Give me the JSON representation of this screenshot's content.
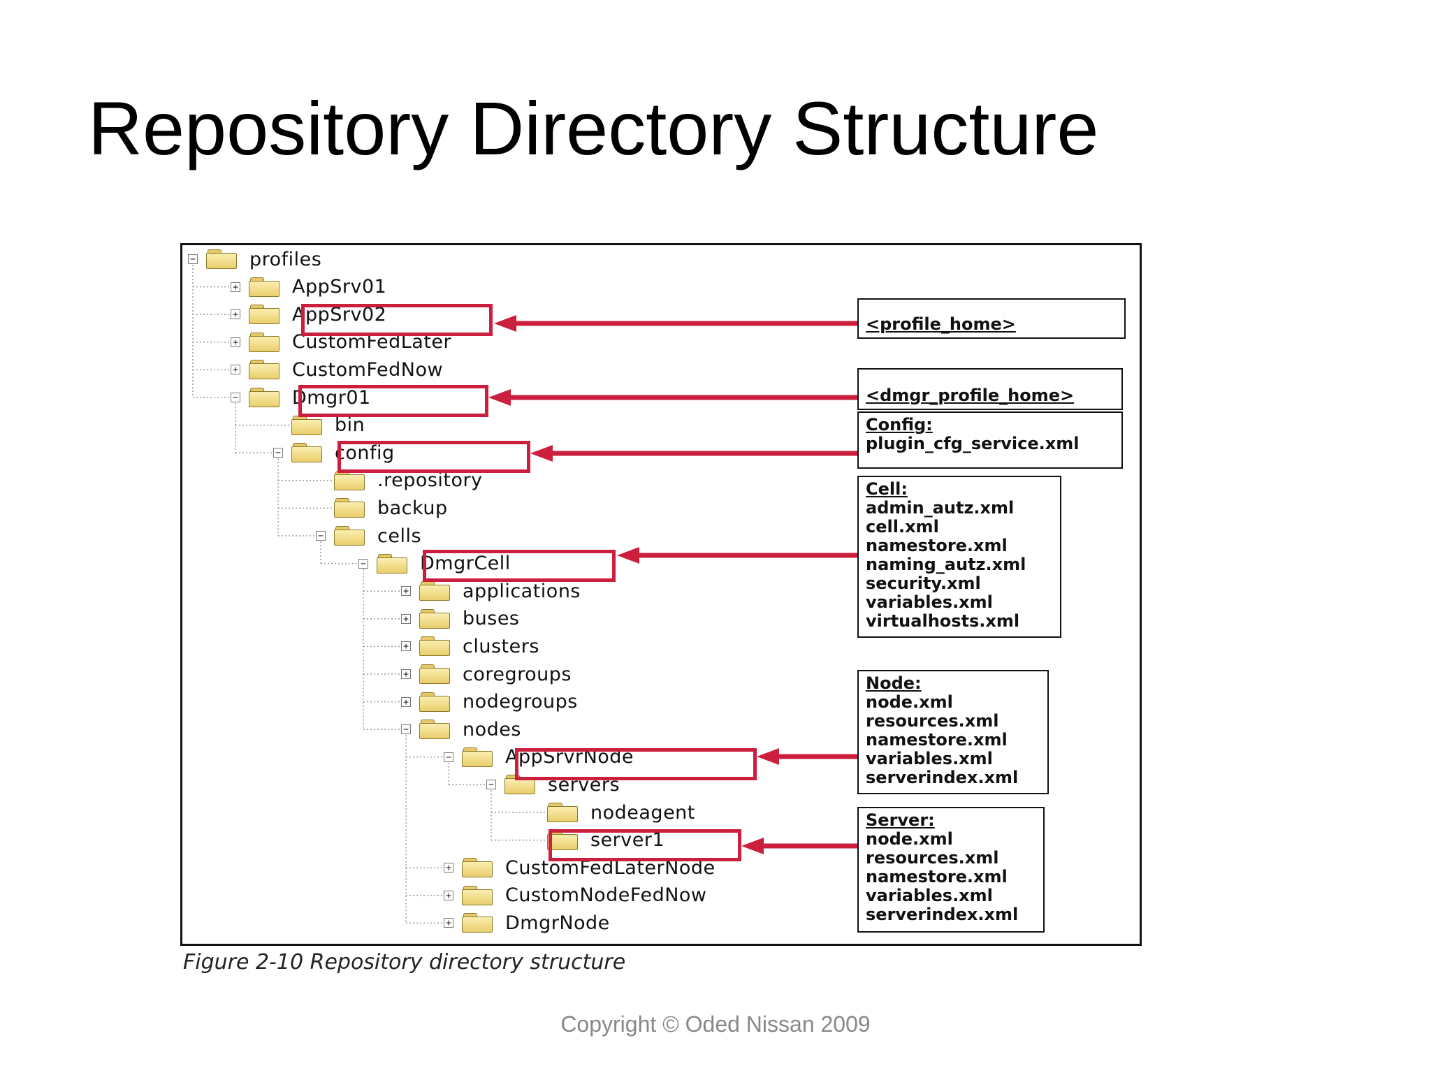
{
  "slide": {
    "title": "Repository Directory Structure",
    "copyright": "Copyright © Oded Nissan 2009"
  },
  "figure": {
    "caption": "Figure 2-10   Repository directory structure",
    "tree": [
      {
        "label": "profiles",
        "expander": "minus",
        "depth": 0,
        "highlight": false
      },
      {
        "label": "AppSrv01",
        "expander": "plus",
        "depth": 1,
        "highlight": false
      },
      {
        "label": "AppSrv02",
        "expander": "plus",
        "depth": 1,
        "highlight": true
      },
      {
        "label": "CustomFedLater",
        "expander": "plus",
        "depth": 1,
        "highlight": false
      },
      {
        "label": "CustomFedNow",
        "expander": "plus",
        "depth": 1,
        "highlight": false
      },
      {
        "label": "Dmgr01",
        "expander": "minus",
        "depth": 1,
        "highlight": true
      },
      {
        "label": "bin",
        "expander": "none",
        "depth": 2,
        "highlight": false
      },
      {
        "label": "config",
        "expander": "minus",
        "depth": 2,
        "highlight": true
      },
      {
        "label": ".repository",
        "expander": "none",
        "depth": 3,
        "highlight": false
      },
      {
        "label": "backup",
        "expander": "none",
        "depth": 3,
        "highlight": false
      },
      {
        "label": "cells",
        "expander": "minus",
        "depth": 3,
        "highlight": false
      },
      {
        "label": "DmgrCell",
        "expander": "minus",
        "depth": 4,
        "highlight": true
      },
      {
        "label": "applications",
        "expander": "plus",
        "depth": 5,
        "highlight": false
      },
      {
        "label": "buses",
        "expander": "plus",
        "depth": 5,
        "highlight": false
      },
      {
        "label": "clusters",
        "expander": "plus",
        "depth": 5,
        "highlight": false
      },
      {
        "label": "coregroups",
        "expander": "plus",
        "depth": 5,
        "highlight": false
      },
      {
        "label": "nodegroups",
        "expander": "plus",
        "depth": 5,
        "highlight": false
      },
      {
        "label": "nodes",
        "expander": "minus",
        "depth": 5,
        "highlight": false
      },
      {
        "label": "AppSrvrNode",
        "expander": "minus",
        "depth": 6,
        "highlight": true
      },
      {
        "label": "servers",
        "expander": "minus",
        "depth": 7,
        "highlight": false
      },
      {
        "label": "nodeagent",
        "expander": "none",
        "depth": 8,
        "highlight": false
      },
      {
        "label": "server1",
        "expander": "none",
        "depth": 8,
        "highlight": true
      },
      {
        "label": "CustomFedLaterNode",
        "expander": "plus",
        "depth": 6,
        "highlight": false
      },
      {
        "label": "CustomNodeFedNow",
        "expander": "plus",
        "depth": 6,
        "highlight": false
      },
      {
        "label": "DmgrNode",
        "expander": "plus",
        "depth": 6,
        "highlight": false
      }
    ],
    "callouts": {
      "profile_home": {
        "tag": "<profile_home>"
      },
      "dmgr_profile_home": {
        "tag": "<dmgr_profile_home>"
      },
      "config": {
        "title": "Config:",
        "files": [
          "plugin_cfg_service.xml"
        ]
      },
      "cell": {
        "title": "Cell:",
        "files": [
          "admin_autz.xml",
          "cell.xml",
          "namestore.xml",
          "naming_autz.xml",
          "security.xml",
          "variables.xml",
          "virtualhosts.xml"
        ]
      },
      "node": {
        "title": "Node:",
        "files": [
          "node.xml",
          "resources.xml",
          "namestore.xml",
          "variables.xml",
          "serverindex.xml"
        ]
      },
      "server": {
        "title": "Server:",
        "files": [
          "node.xml",
          "resources.xml",
          "namestore.xml",
          "variables.xml",
          "serverindex.xml"
        ]
      }
    },
    "colors": {
      "highlight": "#cc1f3e",
      "folder": "#e9ce6c",
      "border": "#111111"
    }
  }
}
